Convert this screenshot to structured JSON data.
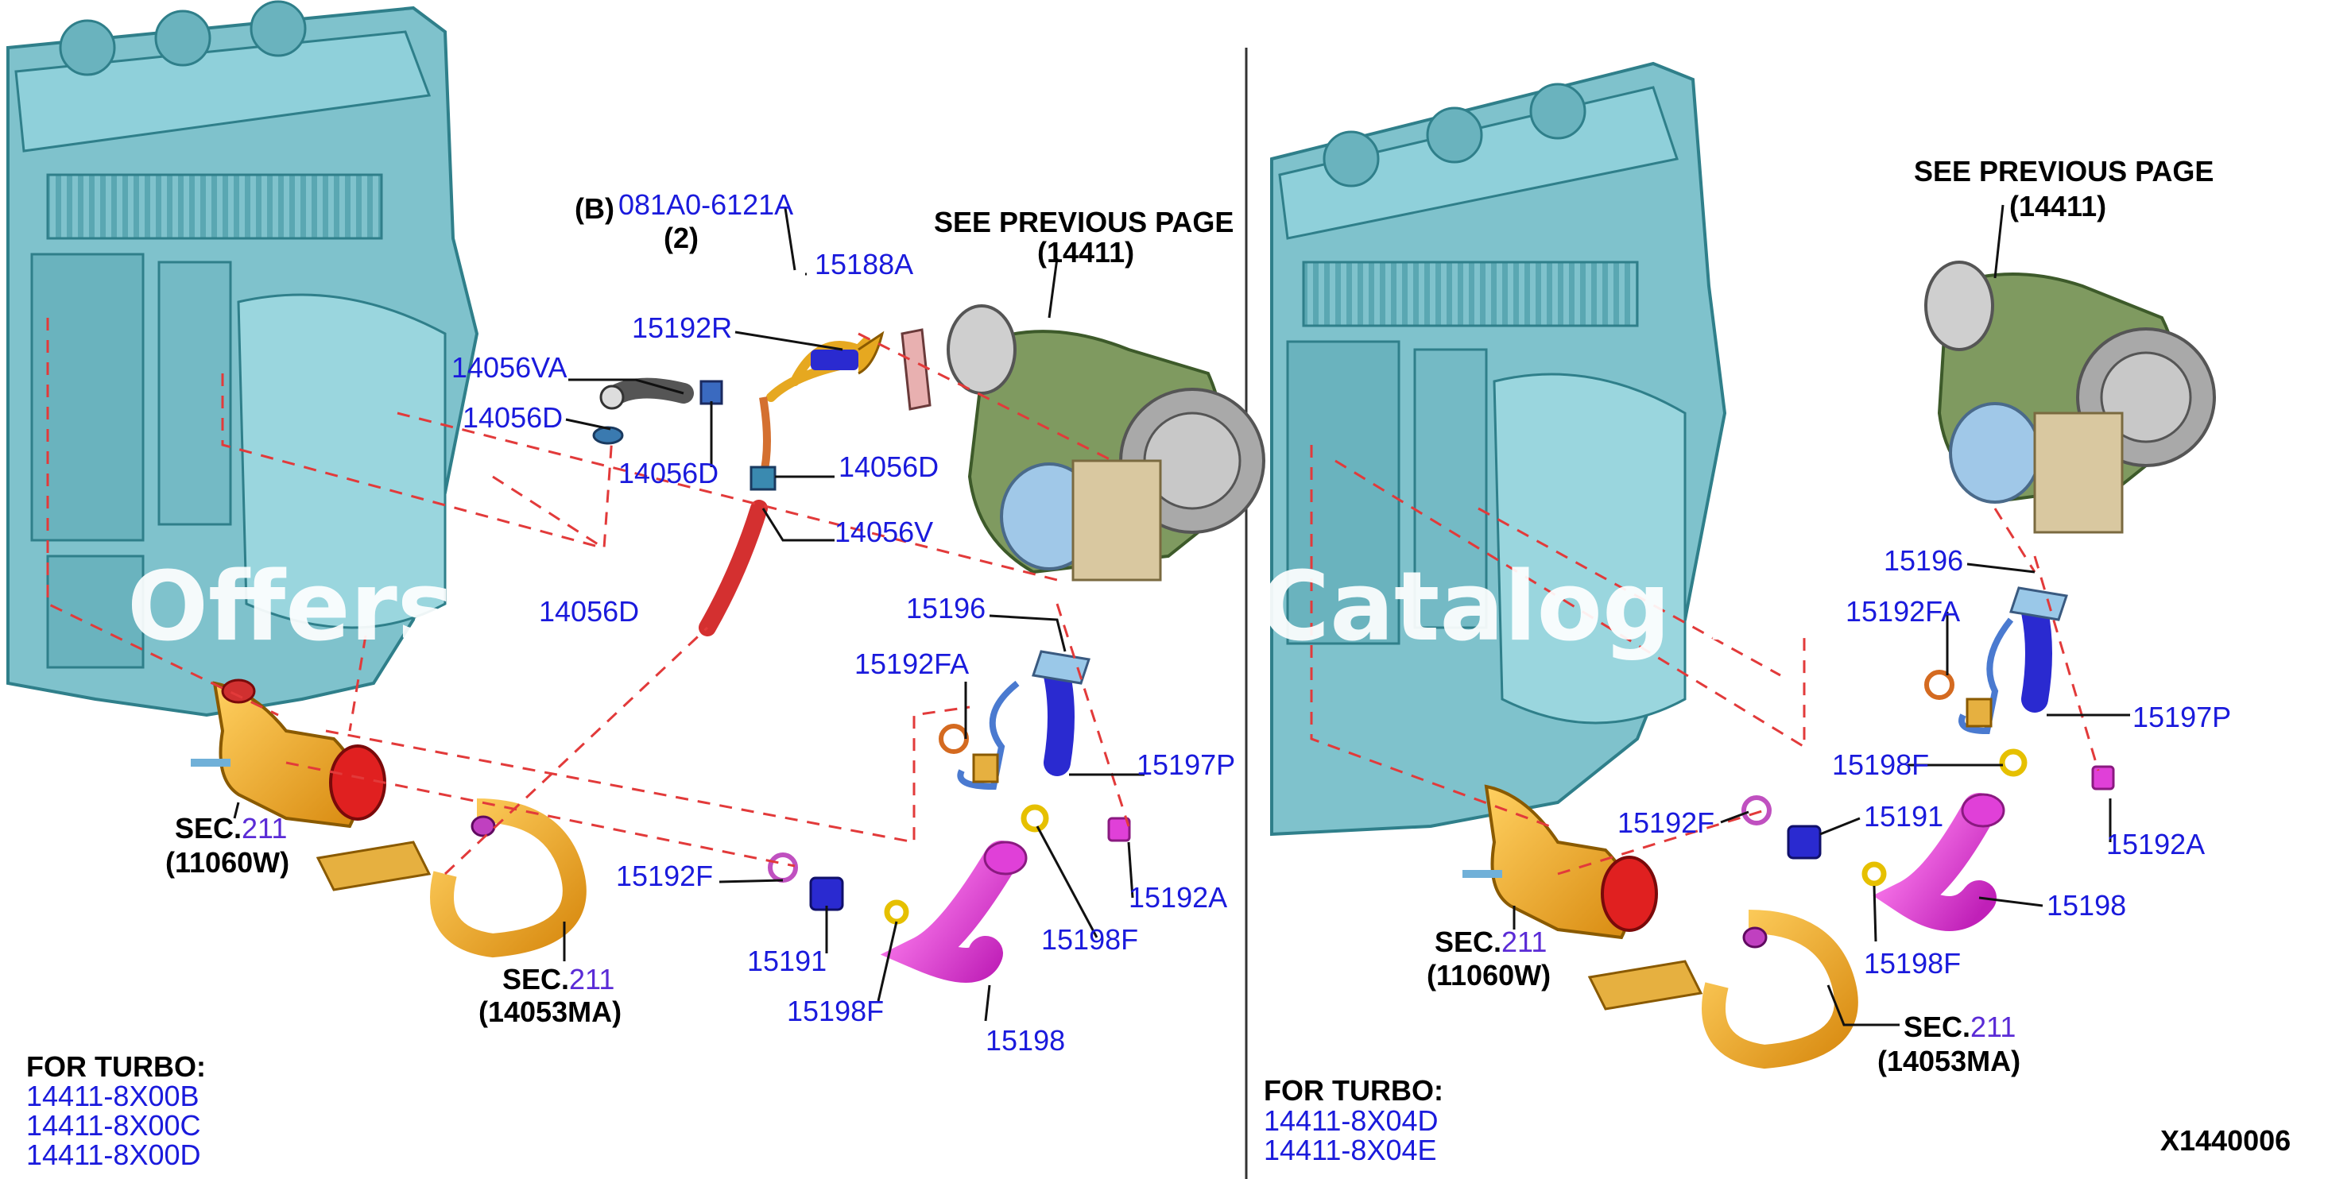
{
  "left_panel": {
    "labels": {
      "b_prefix": "(B)",
      "b_part": "081A0-6121A",
      "b_qty": "(2)",
      "p15188A": "15188A",
      "see_prev": "SEE PREVIOUS PAGE",
      "see_prev_num": "(14411)",
      "p15192R": "15192R",
      "p14056VA": "14056VA",
      "p14056D_a": "14056D",
      "p14056D_b": "14056D",
      "p14056D_c": "14056D",
      "p14056V": "14056V",
      "p14056D_d": "14056D",
      "p15196": "15196",
      "p15192FA": "15192FA",
      "p15197P": "15197P",
      "sec_pre": "SEC.",
      "sec_num": "211",
      "sec1_code": "(11060W)",
      "sec2_code": "(14053MA)",
      "p15192F": "15192F",
      "p15191": "15191",
      "p15198F_a": "15198F",
      "p15198F_b": "15198F",
      "p15192A": "15192A",
      "p15198": "15198"
    },
    "for_turbo_title": "FOR TURBO:",
    "for_turbo_list": [
      "14411-8X00B",
      "14411-8X00C",
      "14411-8X00D"
    ]
  },
  "right_panel": {
    "labels": {
      "see_prev": "SEE PREVIOUS PAGE",
      "see_prev_num": "(14411)",
      "p15196": "15196",
      "p15192FA": "15192FA",
      "p15197P": "15197P",
      "p15198F_a": "15198F",
      "p15192A": "15192A",
      "p15192F": "15192F",
      "p15191": "15191",
      "p15198": "15198",
      "p15198F_b": "15198F",
      "sec_pre": "SEC.",
      "sec_num": "211",
      "sec1_code": "(11060W)",
      "sec2_code": "(14053MA)"
    },
    "for_turbo_title": "FOR TURBO:",
    "for_turbo_list": [
      "14411-8X04D",
      "14411-8X04E"
    ]
  },
  "diagram_id": "X1440006",
  "watermark": {
    "left": "Offers M",
    "right": "Catalog PAR"
  },
  "colors": {
    "engine": "#7fc2cc",
    "engine_dark": "#3f8f9a",
    "label_blue": "#1a1adc",
    "sec_number": "#5a2bd6",
    "leader_dash": "#e23a3a",
    "orange_part": "#f0a020",
    "magenta_part": "#e040d8",
    "blue_part": "#2a2ad0",
    "turbo_green": "#7f9a60",
    "turbo_grey": "#a9a9a9"
  }
}
